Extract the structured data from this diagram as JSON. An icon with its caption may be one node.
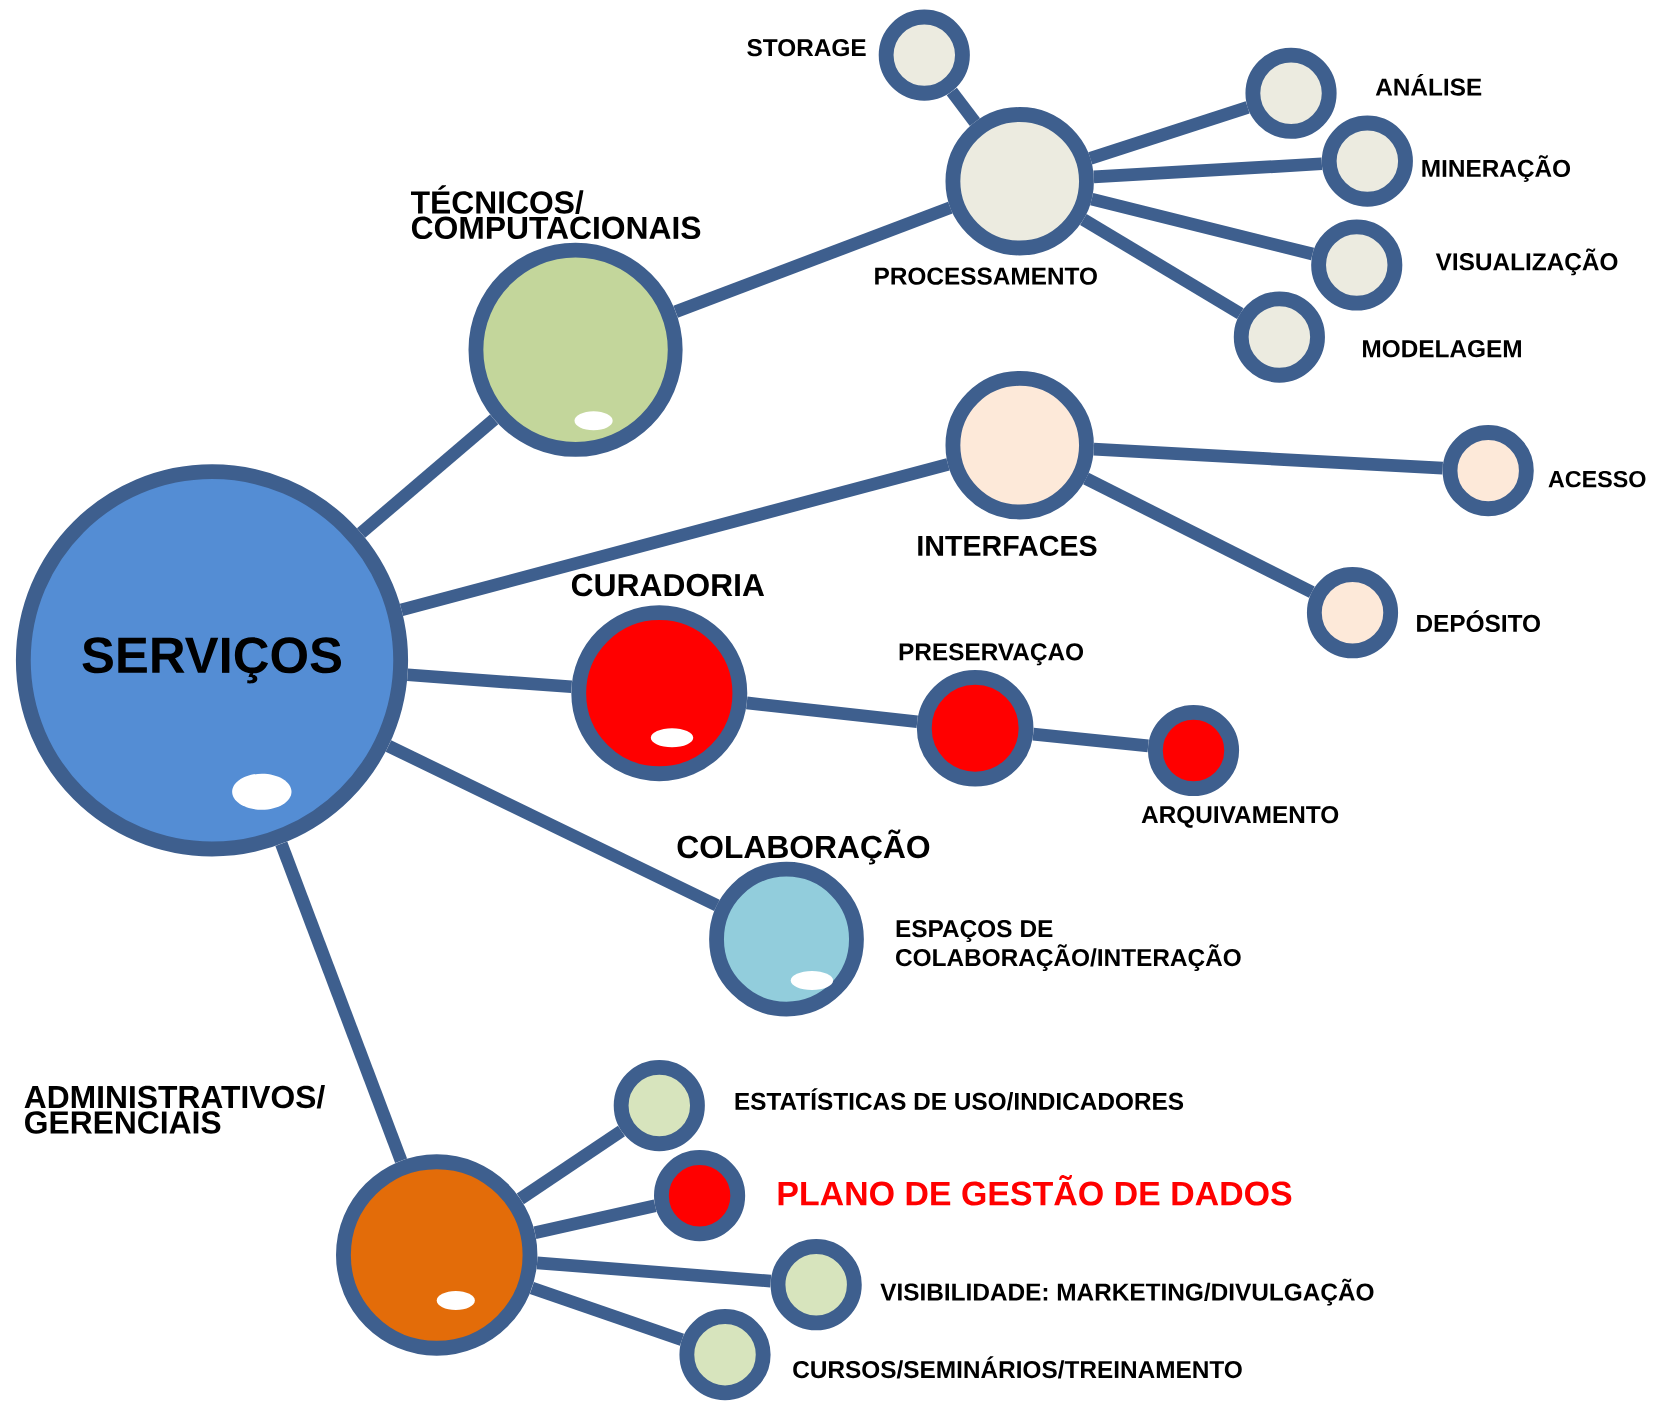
{
  "diagram": {
    "nodes": [
      {
        "text": [
          "SERVIÇOS"
        ]
      },
      {
        "text": [
          "TÉCNICOS/ COMPUTACIONAIS"
        ]
      },
      {
        "text": [
          "PROCESSAMENTO"
        ]
      },
      {
        "text": [
          "STORAGE"
        ]
      },
      {
        "text": [
          "ANÁLISE"
        ]
      },
      {
        "text": [
          "MINERAÇÃO"
        ]
      },
      {
        "text": [
          "VISUALIZAÇÃO"
        ]
      },
      {
        "text": [
          "MODELAGEM"
        ]
      },
      {
        "text": [
          "INTERFACES"
        ]
      },
      {
        "text": [
          "ACESSO"
        ]
      },
      {
        "text": [
          "DEPÓSITO"
        ]
      },
      {
        "text": [
          "CURADORIA"
        ]
      },
      {
        "text": [
          "PRESERVAÇAO"
        ]
      },
      {
        "text": [
          "ARQUIVAMENTO"
        ]
      },
      {
        "text": [
          "COLABORAÇÃO"
        ],
        "beside": [
          "ESPAÇOS DE COLABORAÇÃO/INTERAÇÃO"
        ]
      },
      {
        "text": [
          "ADMINISTRATIVOS/ GERENCIAIS"
        ]
      },
      {
        "text": [
          "ESTATÍSTICAS DE USO/INDICADORES"
        ]
      },
      {
        "text": [
          "PLANO DE GESTÃO DE DADOS"
        ]
      },
      {
        "text": [
          "VISIBILIDADE: MARKETING/DIVULGAÇÃO"
        ]
      },
      {
        "text": [
          "CURSOS/SEMINÁRIOS/TREINAMENTO"
        ]
      }
    ],
    "edges": [
      {
        "from": 0,
        "to": 1,
        "arrow": "none"
      },
      {
        "from": 1,
        "to": 2,
        "arrow": "none"
      },
      {
        "from": 2,
        "to": 3,
        "arrow": "none"
      },
      {
        "from": 2,
        "to": 4,
        "arrow": "none"
      },
      {
        "from": 2,
        "to": 5,
        "arrow": "none"
      },
      {
        "from": 2,
        "to": 6,
        "arrow": "none"
      },
      {
        "from": 2,
        "to": 7,
        "arrow": "none"
      },
      {
        "from": 0,
        "to": 8,
        "arrow": "none"
      },
      {
        "from": 8,
        "to": 9,
        "arrow": "none"
      },
      {
        "from": 8,
        "to": 10,
        "arrow": "none"
      },
      {
        "from": 0,
        "to": 11,
        "arrow": "none"
      },
      {
        "from": 11,
        "to": 12,
        "arrow": "none"
      },
      {
        "from": 12,
        "to": 13,
        "arrow": "none"
      },
      {
        "from": 0,
        "to": 14,
        "arrow": "none"
      },
      {
        "from": 0,
        "to": 15,
        "arrow": "none"
      },
      {
        "from": 15,
        "to": 16,
        "arrow": "none"
      },
      {
        "from": 15,
        "to": 17,
        "arrow": "none"
      },
      {
        "from": 15,
        "to": 18,
        "arrow": "none"
      },
      {
        "from": 15,
        "to": 19,
        "arrow": "none"
      }
    ]
  }
}
